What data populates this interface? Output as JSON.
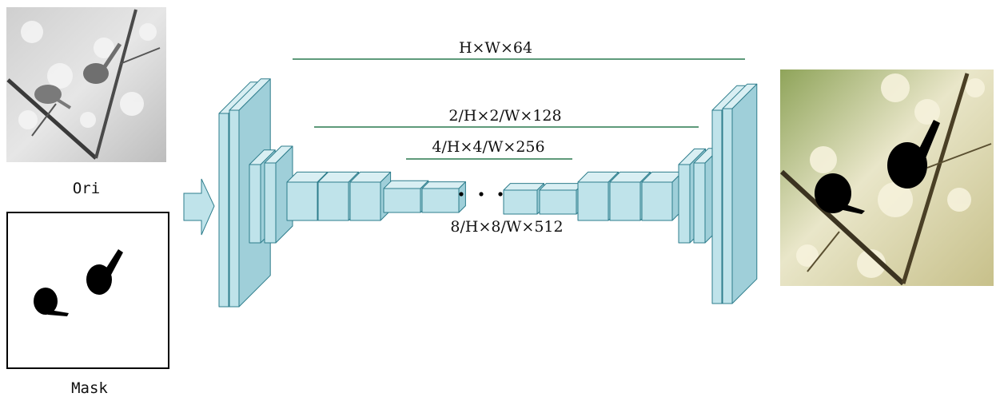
{
  "images": {
    "original_label": "Ori",
    "mask_label": "Mask"
  },
  "dimensions": {
    "level1": "H×W×64",
    "level2": "2/H×2/W×128",
    "level3": "4/H×4/W×256",
    "level4": "8/H×8/W×512"
  },
  "colors": {
    "block_front": "#bfe3ea",
    "block_top": "#d9eff3",
    "block_side": "#9fcfd9",
    "block_edge": "#2e7d8c",
    "skip_line": "#5e9a7a"
  }
}
